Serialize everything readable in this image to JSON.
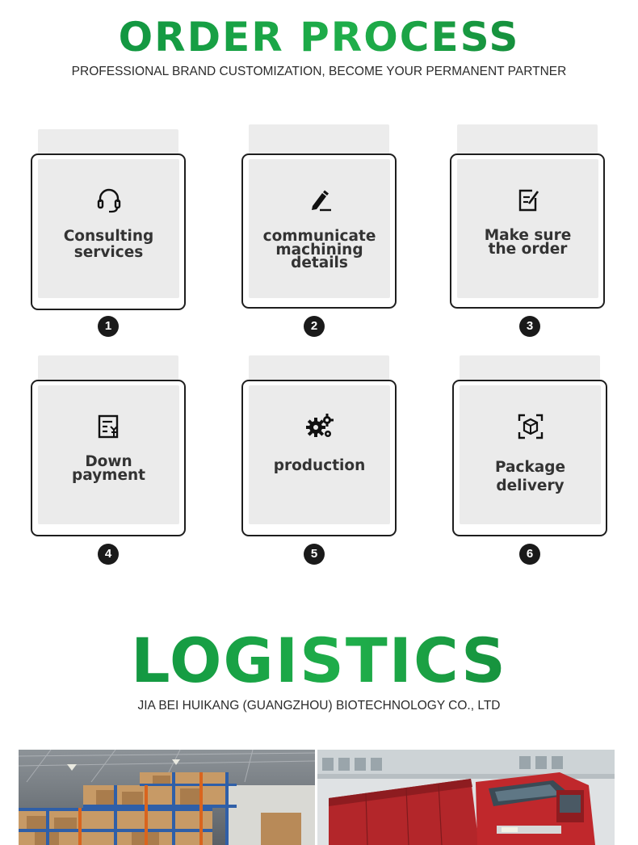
{
  "order_section": {
    "title": "ORDER PROCESS",
    "subtitle": "PROFESSIONAL BRAND CUSTOMIZATION, BECOME YOUR PERMANENT PARTNER"
  },
  "steps": [
    {
      "number": "1",
      "label": "Consulting\nservices",
      "icon": "headset-icon"
    },
    {
      "number": "2",
      "label": "communicate\nmachining\ndetails",
      "icon": "pen-edit-icon"
    },
    {
      "number": "3",
      "label": "Make sure\nthe order",
      "icon": "order-confirm-icon"
    },
    {
      "number": "4",
      "label": "Down\npayment",
      "icon": "invoice-yen-icon"
    },
    {
      "number": "5",
      "label": "production",
      "icon": "gears-icon"
    },
    {
      "number": "6",
      "label": "Package\ndelivery",
      "icon": "package-scan-icon"
    }
  ],
  "logistics_section": {
    "title": "LOGISTICS",
    "subtitle": "JIA BEI HUIKANG (GUANGZHOU) BIOTECHNOLOGY CO., LTD"
  },
  "photos": [
    {
      "name": "warehouse-photo",
      "subject": "warehouse shelves with cardboard boxes"
    },
    {
      "name": "truck-photo",
      "subject": "red cargo truck"
    }
  ],
  "colors": {
    "heading_green": "#1aa04a",
    "card_border": "#1e1e1e",
    "card_fill": "#ebebeb",
    "number_badge": "#1a1a1a",
    "truck_red": "#b3262a"
  }
}
